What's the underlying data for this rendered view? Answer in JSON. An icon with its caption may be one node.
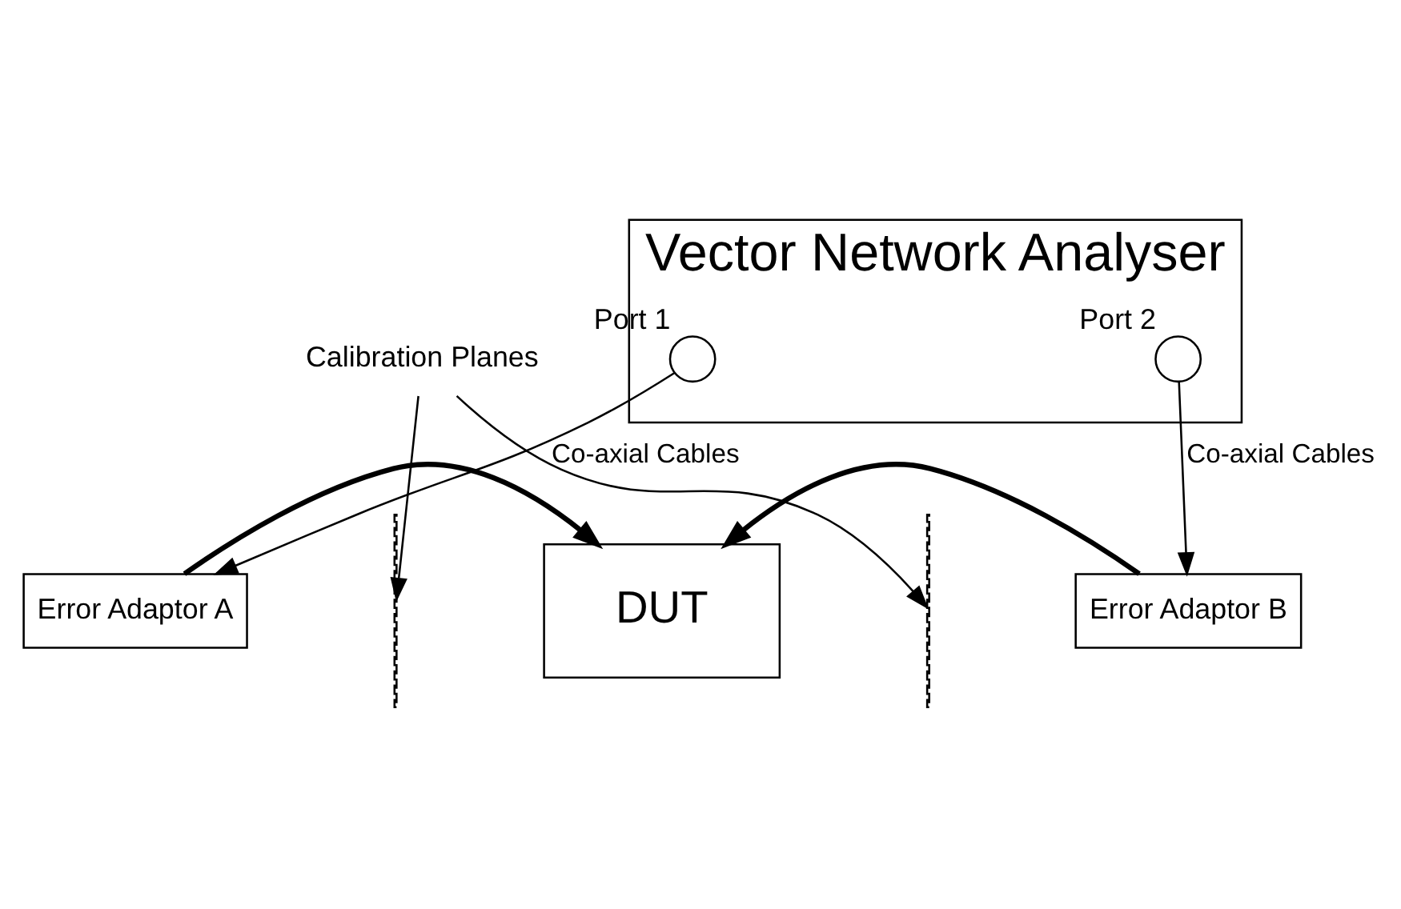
{
  "diagram": {
    "nodes": [
      {
        "text": [
          "Vector Network Analyser"
        ]
      },
      {
        "text": [],
        "shape": "circle",
        "beside": [
          "Port 1"
        ],
        "in": 0
      },
      {
        "text": [],
        "shape": "circle",
        "beside": [
          "Port 2"
        ],
        "in": 0
      },
      {
        "text": [
          "Error Adaptor A"
        ]
      },
      {
        "text": [
          "DUT"
        ]
      },
      {
        "text": [
          "Error Adaptor B"
        ]
      },
      {
        "text": [
          "Calibration Planes"
        ]
      },
      {
        "text": [],
        "shape": "line"
      },
      {
        "text": [],
        "shape": "line"
      }
    ],
    "edges": [
      {
        "from": 1,
        "to": 3,
        "arrow": "to",
        "label": "Co-axial Cables"
      },
      {
        "from": 2,
        "to": 5,
        "arrow": "to",
        "label": "Co-axial Cables"
      },
      {
        "from": 3,
        "to": 4,
        "arrow": "to",
        "style": "thick"
      },
      {
        "from": 5,
        "to": 4,
        "arrow": "to",
        "style": "thick"
      },
      {
        "from": 6,
        "to": 7,
        "arrow": "to"
      },
      {
        "from": 6,
        "to": 8,
        "arrow": "to"
      }
    ]
  }
}
